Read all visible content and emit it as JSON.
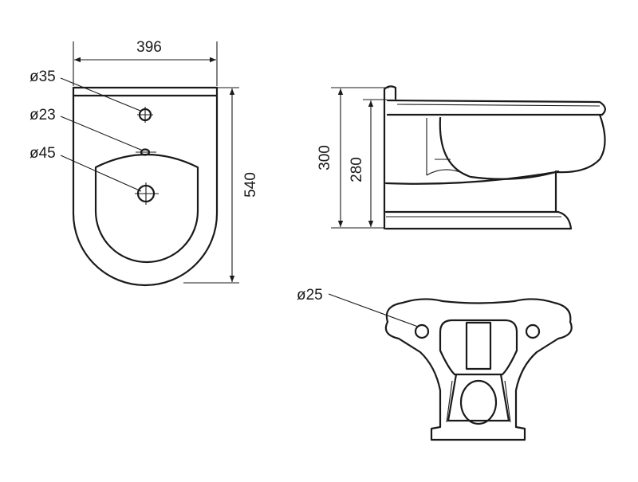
{
  "top_view": {
    "width_label": "396",
    "height_label": "540",
    "hole_labels": {
      "upper": "ø35",
      "middle": "ø23",
      "lower": "ø45"
    }
  },
  "side_view": {
    "outer_height_label": "300",
    "inner_height_label": "280"
  },
  "rear_view": {
    "hole_label": "ø25"
  }
}
